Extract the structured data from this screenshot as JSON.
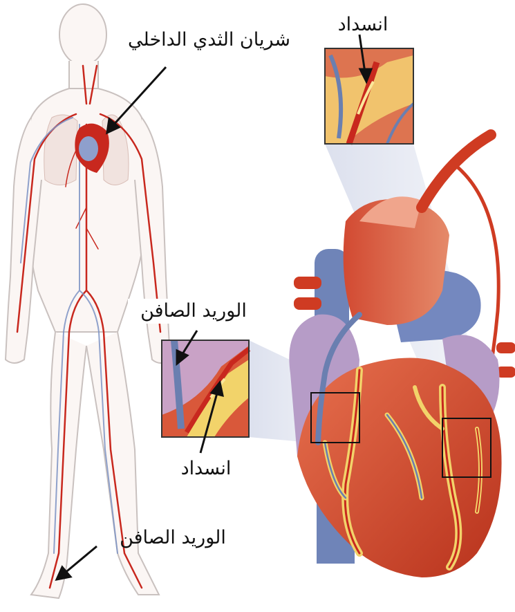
{
  "labels": {
    "internal_mammary_artery": "شريان الثدي الداخلي",
    "occlusion_top": "انسداد",
    "saphenous_vein_mid": "الوريد الصافن",
    "occlusion_mid": "انسداد",
    "saphenous_vein_bottom": "الوريد الصافن"
  },
  "colors": {
    "artery": "#c8281e",
    "vein": "#6a7fb0",
    "heart_muscle": "#d9583a",
    "fat": "#f2d36a",
    "body_outline": "#bfbfbf"
  }
}
